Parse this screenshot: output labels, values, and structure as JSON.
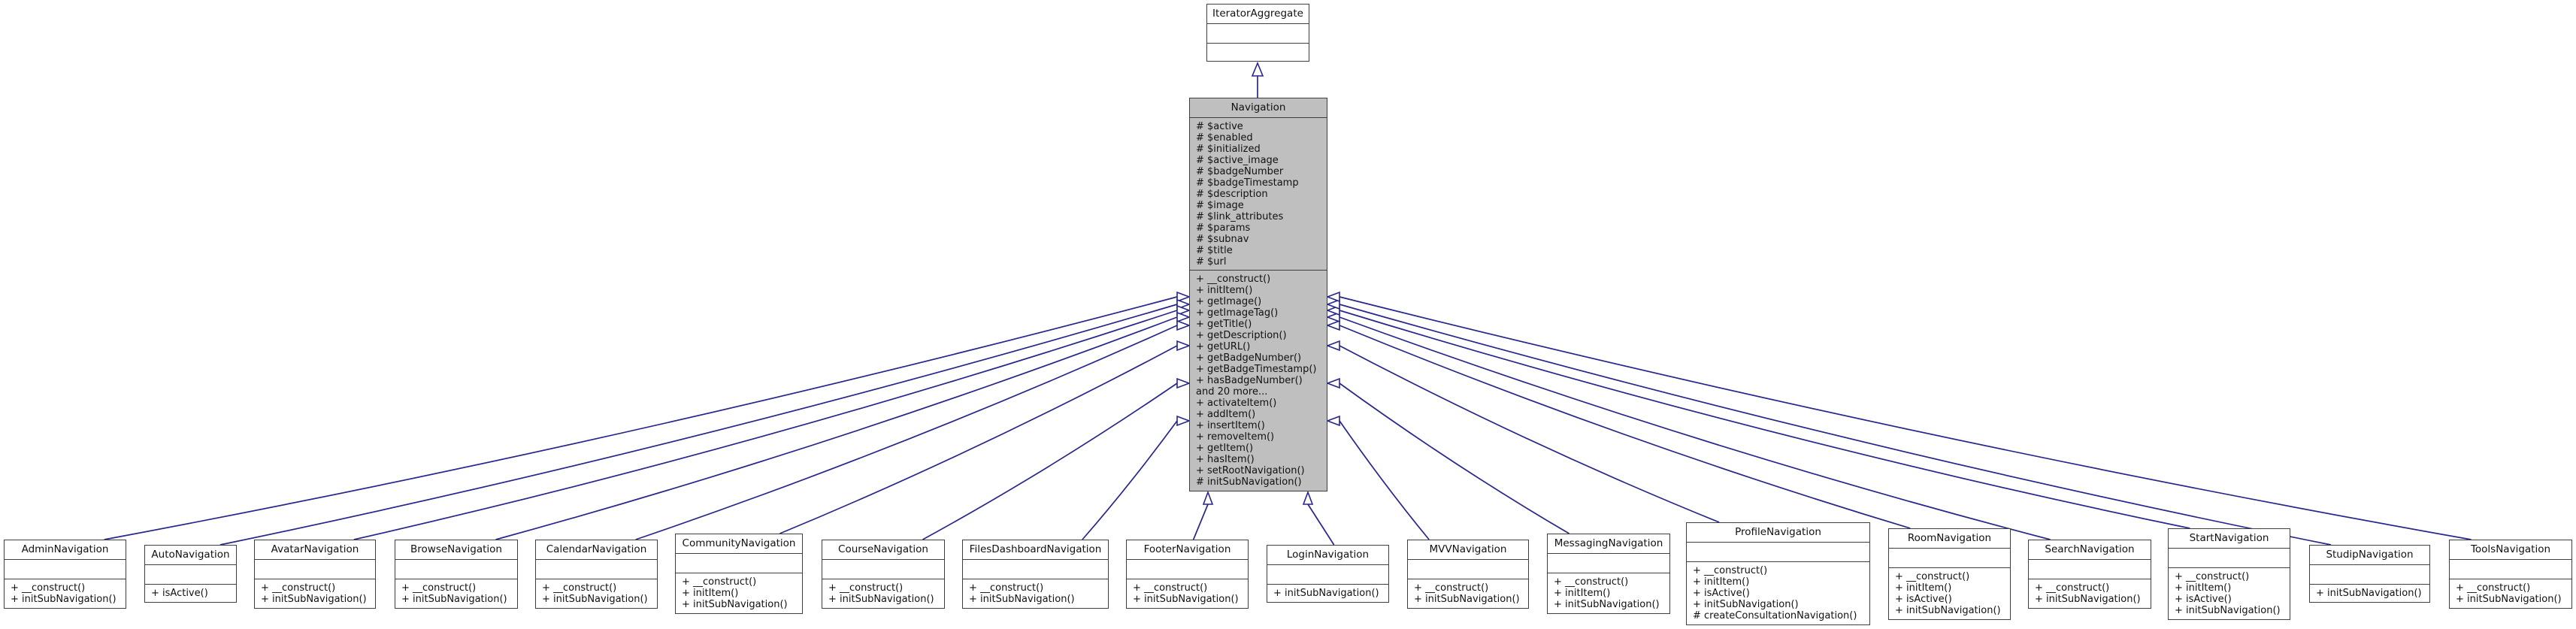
{
  "diagram": {
    "kind": "uml-class-inheritance",
    "colors": {
      "edge": "#26268c",
      "node_border": "#3e3e3e",
      "node_fill": "#ffffff",
      "highlight_fill": "#bfbfbf"
    },
    "base_interface": {
      "name": "IteratorAggregate",
      "attributes": [],
      "methods": []
    },
    "main_class": {
      "name": "Navigation",
      "attributes": [
        "# $active",
        "# $enabled",
        "# $initialized",
        "# $active_image",
        "# $badgeNumber",
        "# $badgeTimestamp",
        "# $description",
        "# $image",
        "# $link_attributes",
        "# $params",
        "# $subnav",
        "# $title",
        "# $url"
      ],
      "methods": [
        "+ __construct()",
        "+ initItem()",
        "+ getImage()",
        "+ getImageTag()",
        "+ getTitle()",
        "+ getDescription()",
        "+ getURL()",
        "+ getBadgeNumber()",
        "+ getBadgeTimestamp()",
        "+ hasBadgeNumber()",
        "and 20 more...",
        "+ activateItem()",
        "+ addItem()",
        "+ insertItem()",
        "+ removeItem()",
        "+ getItem()",
        "+ hasItem()",
        "+ setRootNavigation()",
        "# initSubNavigation()"
      ]
    },
    "derived_classes": [
      {
        "name": "AdminNavigation",
        "attributes": [],
        "methods": [
          "+ __construct()",
          "+ initSubNavigation()"
        ]
      },
      {
        "name": "AutoNavigation",
        "attributes": [],
        "methods": [
          "+ isActive()"
        ]
      },
      {
        "name": "AvatarNavigation",
        "attributes": [],
        "methods": [
          "+ __construct()",
          "+ initSubNavigation()"
        ]
      },
      {
        "name": "BrowseNavigation",
        "attributes": [],
        "methods": [
          "+ __construct()",
          "+ initSubNavigation()"
        ]
      },
      {
        "name": "CalendarNavigation",
        "attributes": [],
        "methods": [
          "+ __construct()",
          "+ initSubNavigation()"
        ]
      },
      {
        "name": "CommunityNavigation",
        "attributes": [],
        "methods": [
          "+ __construct()",
          "+ initItem()",
          "+ initSubNavigation()"
        ]
      },
      {
        "name": "CourseNavigation",
        "attributes": [],
        "methods": [
          "+ __construct()",
          "+ initSubNavigation()"
        ]
      },
      {
        "name": "FilesDashboardNavigation",
        "attributes": [],
        "methods": [
          "+ __construct()",
          "+ initSubNavigation()"
        ]
      },
      {
        "name": "FooterNavigation",
        "attributes": [],
        "methods": [
          "+ __construct()",
          "+ initSubNavigation()"
        ]
      },
      {
        "name": "LoginNavigation",
        "attributes": [],
        "methods": [
          "+ initSubNavigation()"
        ]
      },
      {
        "name": "MVVNavigation",
        "attributes": [],
        "methods": [
          "+ __construct()",
          "+ initSubNavigation()"
        ]
      },
      {
        "name": "MessagingNavigation",
        "attributes": [],
        "methods": [
          "+ __construct()",
          "+ initItem()",
          "+ initSubNavigation()"
        ]
      },
      {
        "name": "ProfileNavigation",
        "attributes": [],
        "methods": [
          "+ __construct()",
          "+ initItem()",
          "+ isActive()",
          "+ initSubNavigation()",
          "# createConsultationNavigation()"
        ]
      },
      {
        "name": "RoomNavigation",
        "attributes": [],
        "methods": [
          "+ __construct()",
          "+ initItem()",
          "+ isActive()",
          "+ initSubNavigation()"
        ]
      },
      {
        "name": "SearchNavigation",
        "attributes": [],
        "methods": [
          "+ __construct()",
          "+ initSubNavigation()"
        ]
      },
      {
        "name": "StartNavigation",
        "attributes": [],
        "methods": [
          "+ __construct()",
          "+ initItem()",
          "+ isActive()",
          "+ initSubNavigation()"
        ]
      },
      {
        "name": "StudipNavigation",
        "attributes": [],
        "methods": [
          "+ initSubNavigation()"
        ]
      },
      {
        "name": "ToolsNavigation",
        "attributes": [],
        "methods": [
          "+ __construct()",
          "+ initSubNavigation()"
        ]
      }
    ]
  }
}
